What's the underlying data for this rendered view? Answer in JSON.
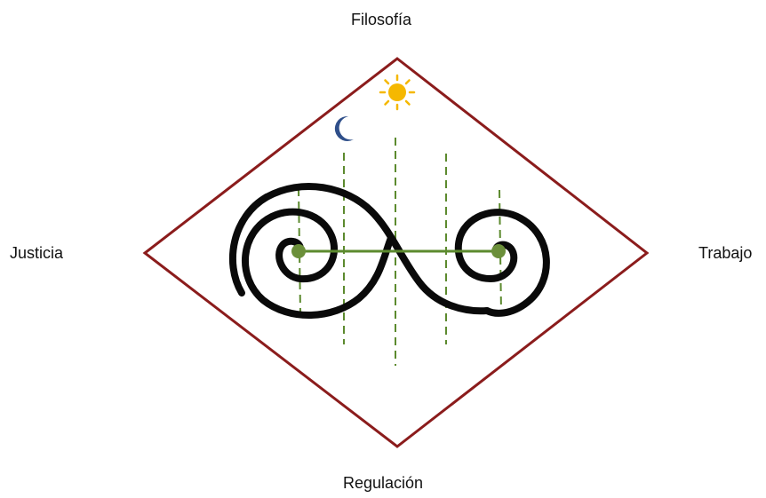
{
  "labels": {
    "top": "Filosofía",
    "left": "Justicia",
    "right": "Trabajo",
    "bottom": "Regulación"
  },
  "colors": {
    "diamond": "#8b1c1c",
    "spiral": "#0a0a0a",
    "guide_lines": "#5c8a2e",
    "axis_line": "#5c8a2e",
    "nodes": "#6b8f3a",
    "sun": "#f5b800",
    "moon": "#2f4f8a"
  },
  "icons": {
    "sun": "sun-icon",
    "moon": "crescent-moon-icon"
  }
}
